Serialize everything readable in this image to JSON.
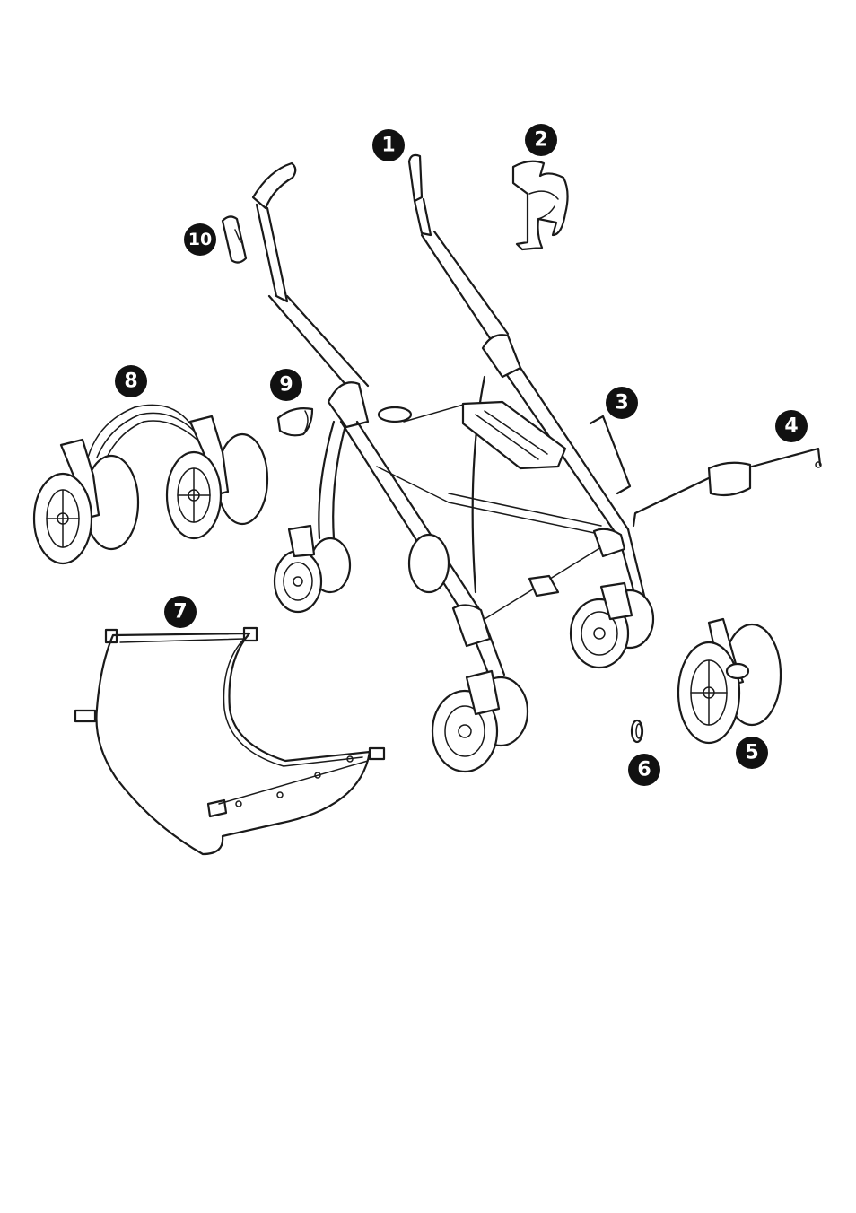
{
  "diagram": {
    "parts": [
      {
        "id": "1",
        "label": "1",
        "name": "stroller-frame"
      },
      {
        "id": "2",
        "label": "2",
        "name": "cup-holder"
      },
      {
        "id": "3",
        "label": "3",
        "name": "allen-key"
      },
      {
        "id": "4",
        "label": "4",
        "name": "brake-bar"
      },
      {
        "id": "5",
        "label": "5",
        "name": "front-wheel-unit"
      },
      {
        "id": "6",
        "label": "6",
        "name": "wheel-cap"
      },
      {
        "id": "7",
        "label": "7",
        "name": "storage-basket"
      },
      {
        "id": "8",
        "label": "8",
        "name": "rear-wheel-assembly"
      },
      {
        "id": "9",
        "label": "9",
        "name": "hinge-cover"
      },
      {
        "id": "10",
        "label": "10",
        "name": "handle-cap"
      }
    ],
    "ink_color": "#1a1a1a",
    "badge_color": "#111111"
  }
}
